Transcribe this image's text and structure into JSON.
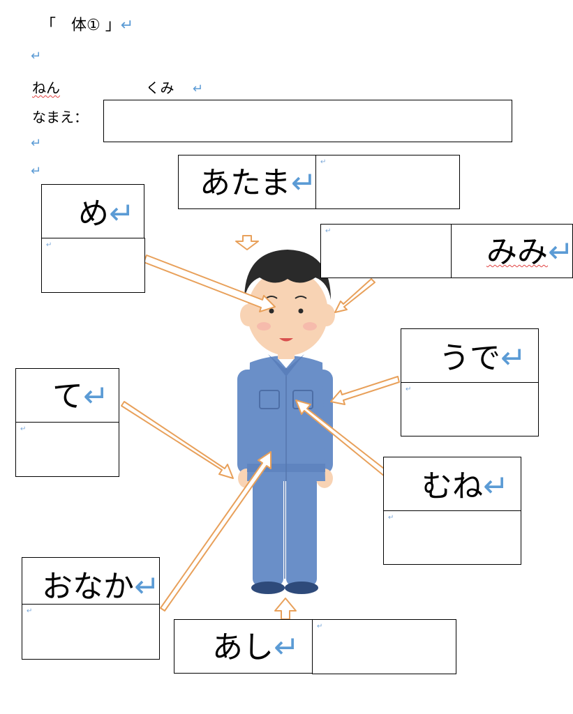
{
  "title": "「　体① 」",
  "return_mark": "↵",
  "class_line": {
    "nen": "ねん",
    "kumi": "くみ"
  },
  "name_label": "なまえ：",
  "parts": {
    "atama": "あたま",
    "me": "め",
    "mimi": "みみ",
    "ude": "うで",
    "te": "て",
    "mune": "むね",
    "onaka": "おなか",
    "ashi": "あし"
  },
  "colors": {
    "arrow": "#e8a05a",
    "return_mark": "#5b9bd5",
    "skin": "#f8d3b4",
    "uniform": "#6a8fc8"
  }
}
